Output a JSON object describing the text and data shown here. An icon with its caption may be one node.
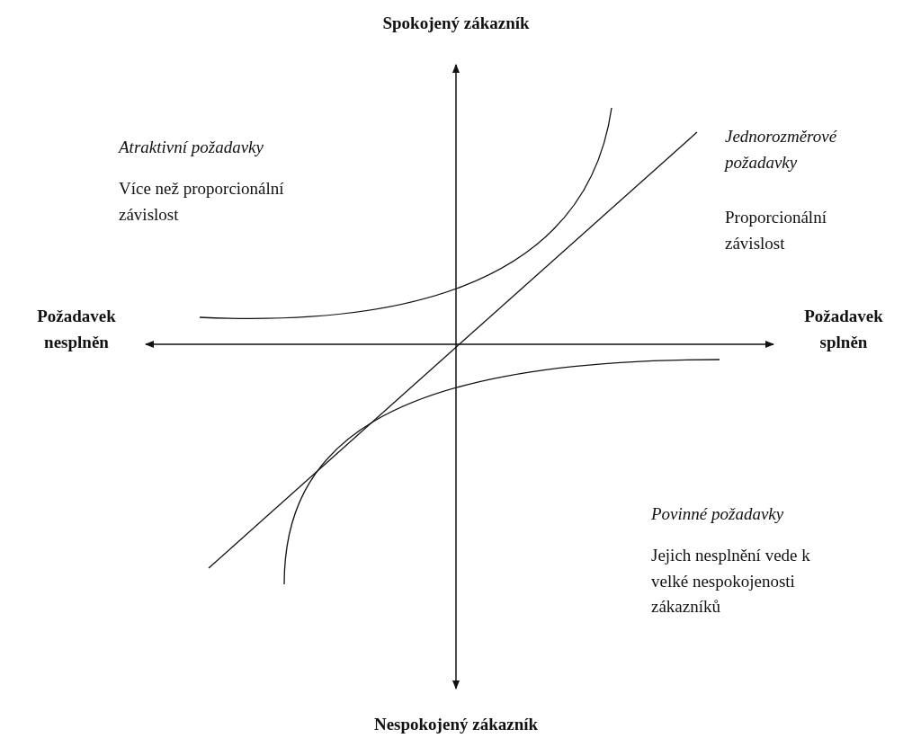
{
  "diagram": {
    "labels": [
      "Spokojený zákazník",
      "Atraktivní požadavky",
      "Více než proporcionální závislost",
      "Jednorozměrové požadavky",
      "Proporcionální závislost",
      "Požadavek nesplněn",
      "Požadavek splněn",
      "Povinné požadavky",
      "Jejich nesplnění vede k velké nespokojenosti zákazníků",
      "Nespokojený zákazník"
    ]
  }
}
